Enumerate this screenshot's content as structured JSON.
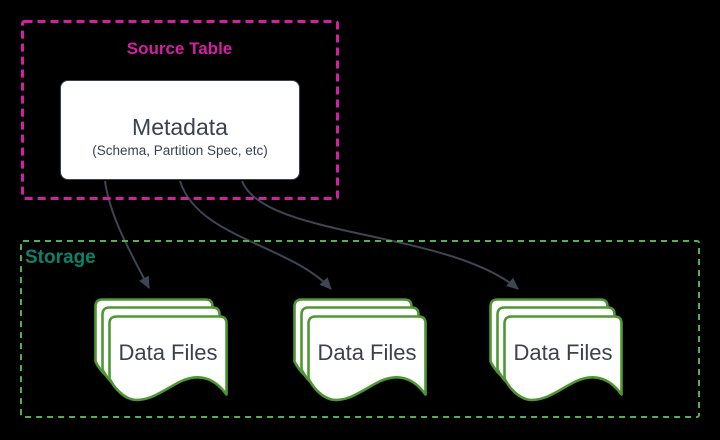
{
  "diagram": {
    "background": "#000000",
    "source_table": {
      "label": "Source Table",
      "border_color": "#d41fa4",
      "label_color": "#d41fa4",
      "metadata": {
        "title": "Metadata",
        "subtitle": "(Schema, Partition Spec, etc)",
        "fill": "#ffffff",
        "text_color": "#39424e"
      }
    },
    "storage": {
      "label": "Storage",
      "label_color": "#0d826a",
      "border_color": "#57ae57",
      "file_icon_color": "#4e9833",
      "data_files": [
        {
          "label": "Data Files"
        },
        {
          "label": "Data Files"
        },
        {
          "label": "Data Files"
        }
      ]
    },
    "connectors": {
      "color": "#3d4651",
      "links": [
        {
          "from": "metadata",
          "to": "data-files-1"
        },
        {
          "from": "metadata",
          "to": "data-files-2"
        },
        {
          "from": "metadata",
          "to": "data-files-3"
        }
      ]
    }
  }
}
